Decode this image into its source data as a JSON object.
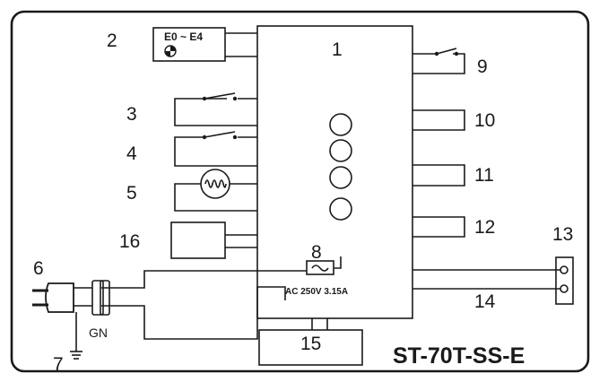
{
  "labels": {
    "n1": "1",
    "n2": "2",
    "n3": "3",
    "n4": "4",
    "n5": "5",
    "n6": "6",
    "n7": "7",
    "n8": "8",
    "n9": "9",
    "n10": "10",
    "n11": "11",
    "n12": "12",
    "n13": "13",
    "n14": "14",
    "n15": "15",
    "n16": "16"
  },
  "display_code": "E0 ~ E4",
  "ground_label": "GN",
  "fuse_rating": "AC 250V 3.15A",
  "model": "ST-70T-SS-E"
}
